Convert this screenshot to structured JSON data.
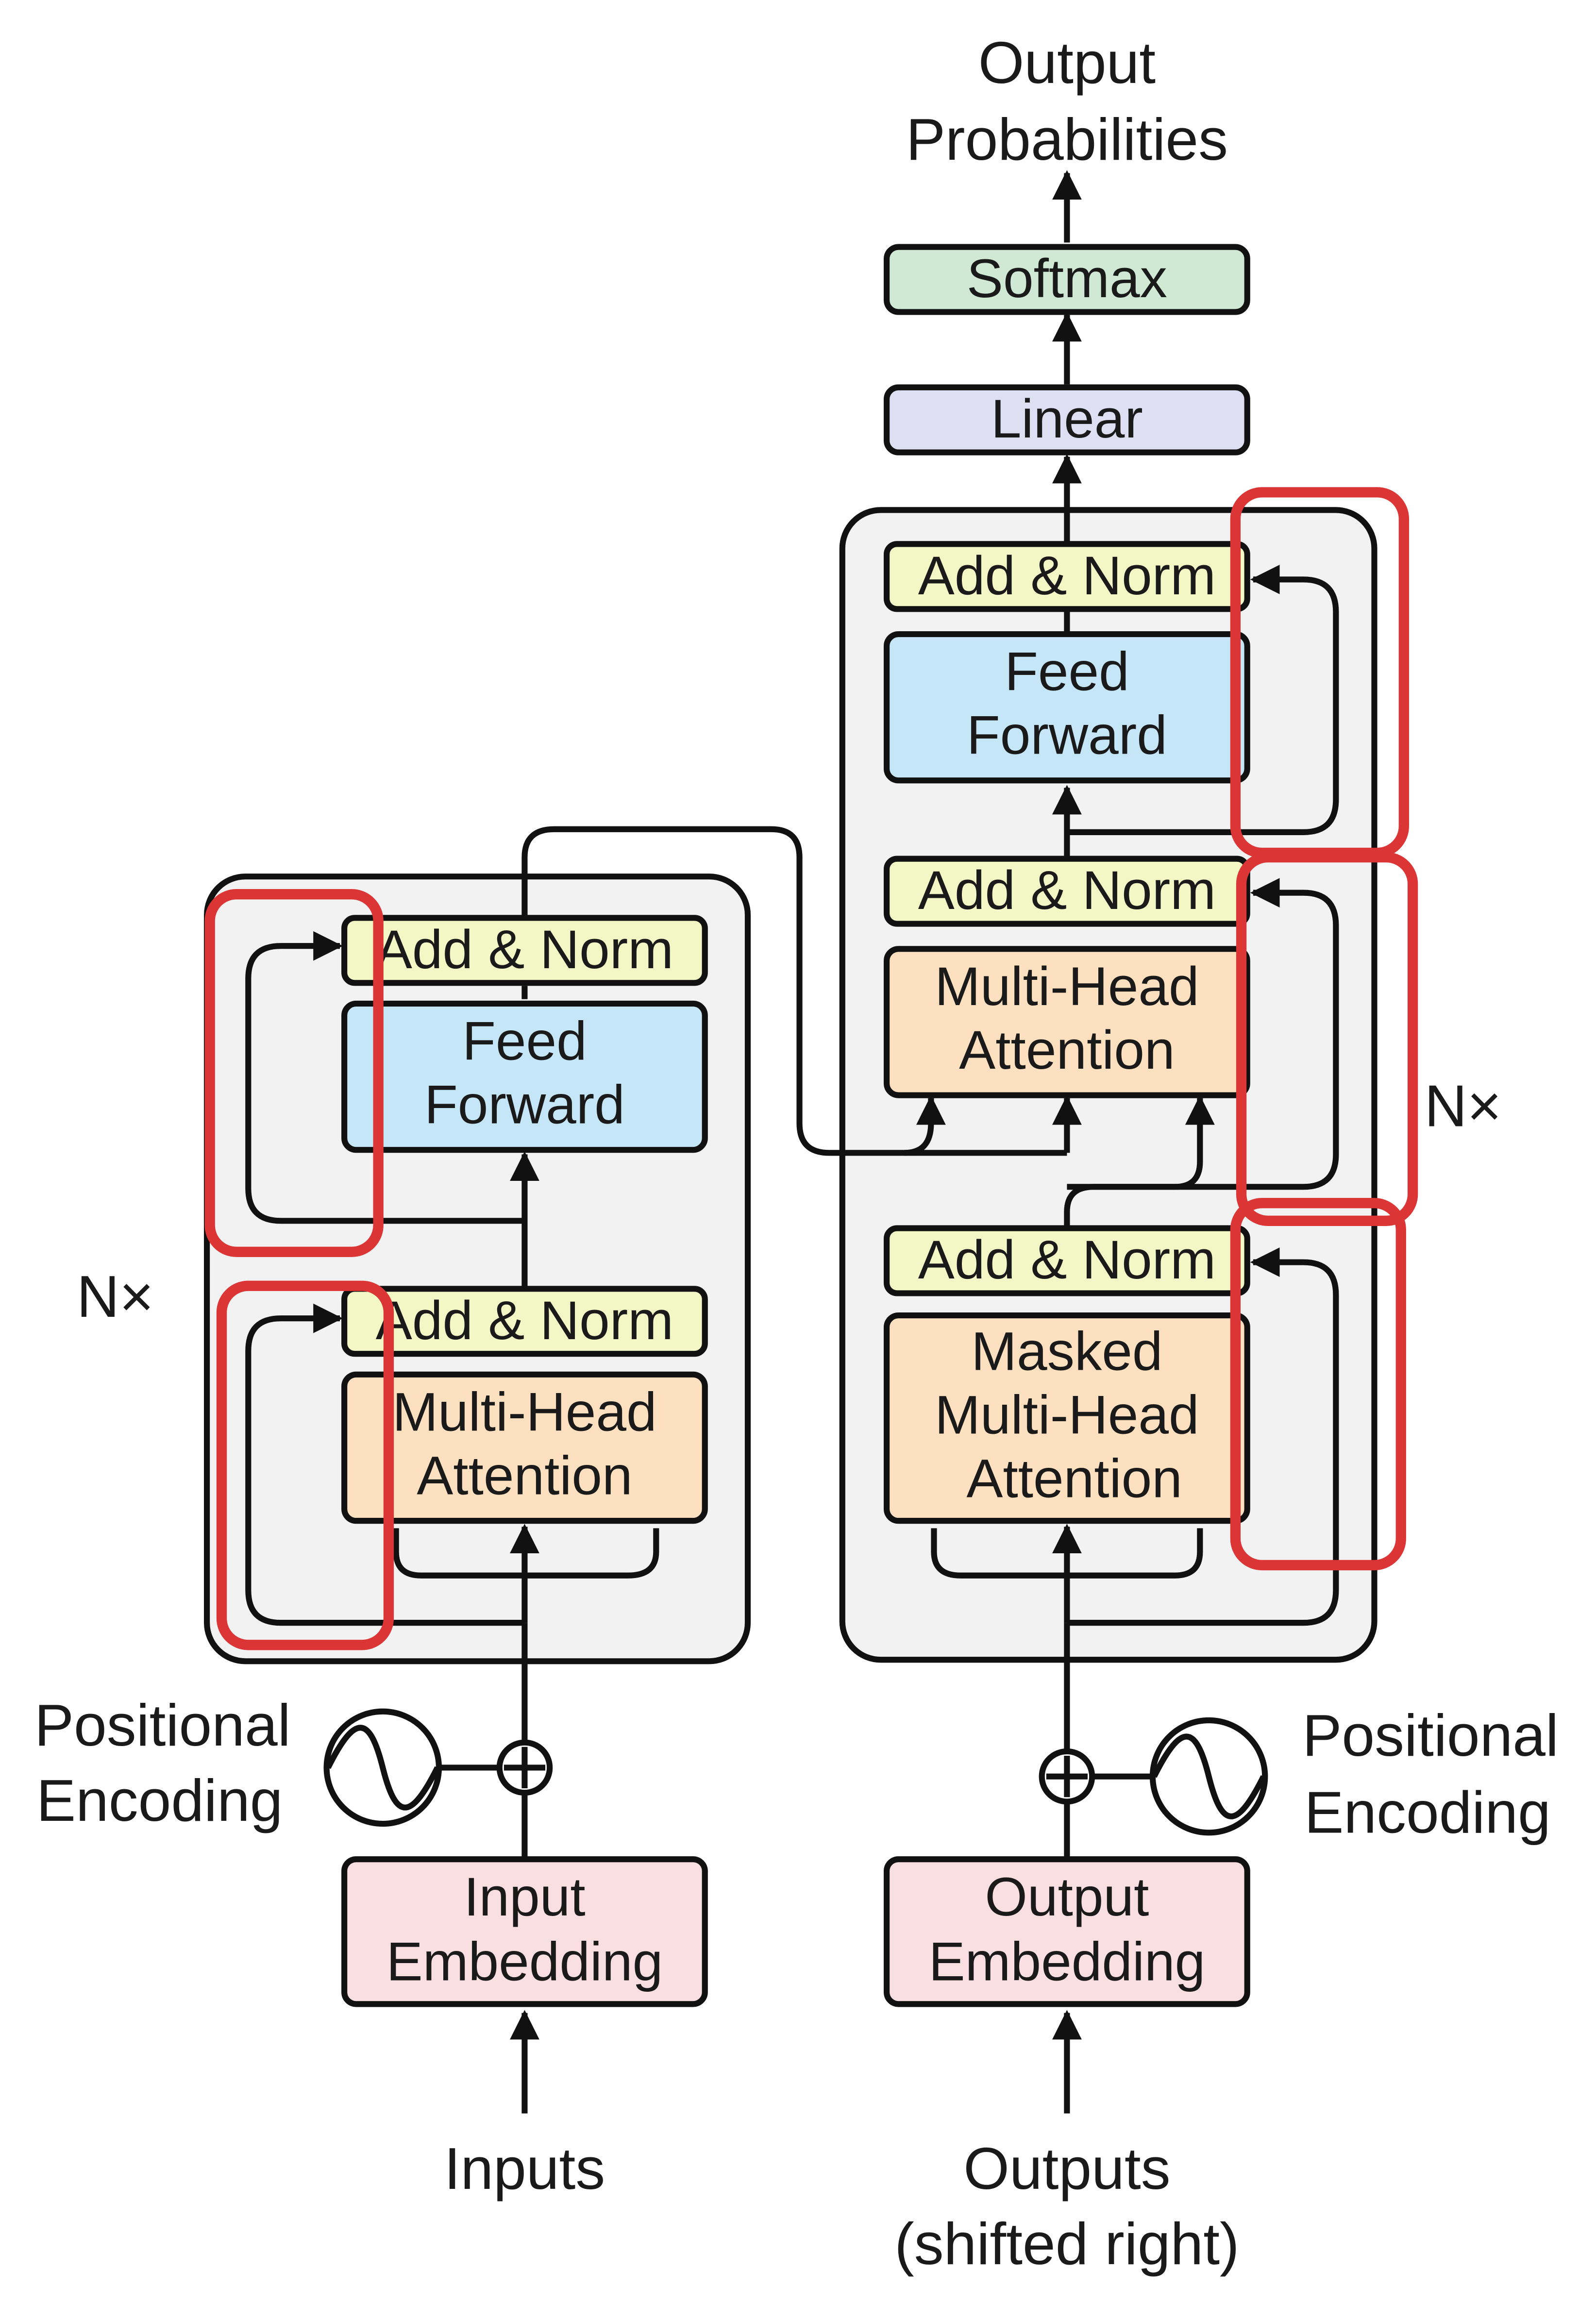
{
  "colors": {
    "add_norm": "#f3f7c6",
    "feed_forward": "#c5e6f7",
    "attention": "#fde0bf",
    "embedding": "#f9dfe2",
    "linear": "#dedff2",
    "softmax": "#cfe9d5",
    "stack_panel": "#f2f2f2",
    "stroke": "#111111",
    "highlight": "#dc3535"
  },
  "icons": {
    "sum": "circled-plus-icon",
    "positional": "sine-wave-icon",
    "arrow": "arrow-up-icon"
  },
  "output": {
    "line1": "Output",
    "line2": "Probabilities"
  },
  "softmax": "Softmax",
  "linear": "Linear",
  "encoder": {
    "add_norm_top": "Add & Norm",
    "feed_forward": [
      "Feed",
      "Forward"
    ],
    "add_norm_bottom": "Add & Norm",
    "attention": [
      "Multi-Head",
      "Attention"
    ],
    "repeat_label": "N×"
  },
  "decoder": {
    "add_norm_top": "Add & Norm",
    "feed_forward": [
      "Feed",
      "Forward"
    ],
    "add_norm_mid": "Add & Norm",
    "attention": [
      "Multi-Head",
      "Attention"
    ],
    "add_norm_bottom": "Add & Norm",
    "masked_attention": [
      "Masked",
      "Multi-Head",
      "Attention"
    ],
    "repeat_label": "N×"
  },
  "positional_left": [
    "Positional",
    "Encoding"
  ],
  "positional_right": [
    "Positional",
    "Encoding"
  ],
  "input_embedding": [
    "Input",
    "Embedding"
  ],
  "output_embedding": [
    "Output",
    "Embedding"
  ],
  "inputs_label": "Inputs",
  "outputs_label": [
    "Outputs",
    "(shifted right)"
  ]
}
